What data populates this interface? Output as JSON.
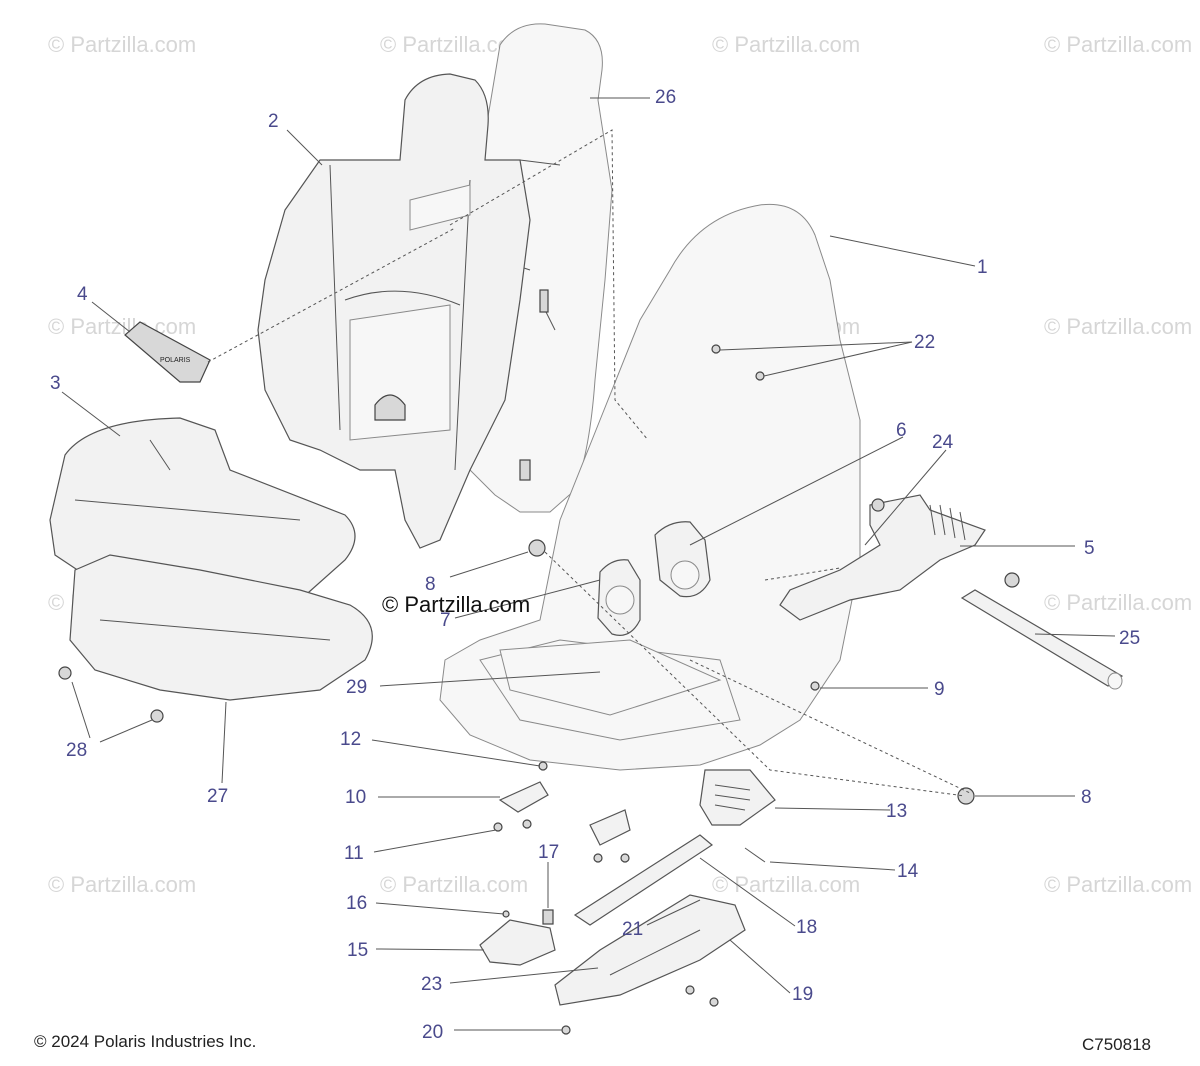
{
  "watermark": "© Partzilla.com",
  "center_watermark": "© Partzilla.com",
  "copyright": "© 2024 Polaris Industries Inc.",
  "diagram_code": "C750818",
  "callouts": {
    "c1": "1",
    "c2": "2",
    "c3": "3",
    "c4": "4",
    "c5": "5",
    "c6": "6",
    "c7": "7",
    "c8a": "8",
    "c8b": "8",
    "c9": "9",
    "c10": "10",
    "c11": "11",
    "c12": "12",
    "c13": "13",
    "c14": "14",
    "c15": "15",
    "c16": "16",
    "c17": "17",
    "c18": "18",
    "c19": "19",
    "c20": "20",
    "c21": "21",
    "c22": "22",
    "c23": "23",
    "c24": "24",
    "c25": "25",
    "c26": "26",
    "c27": "27",
    "c28": "28",
    "c29": "29"
  },
  "colors": {
    "callout": "#4a4a8c",
    "watermark": "#d6d6d6",
    "line": "#555555"
  }
}
